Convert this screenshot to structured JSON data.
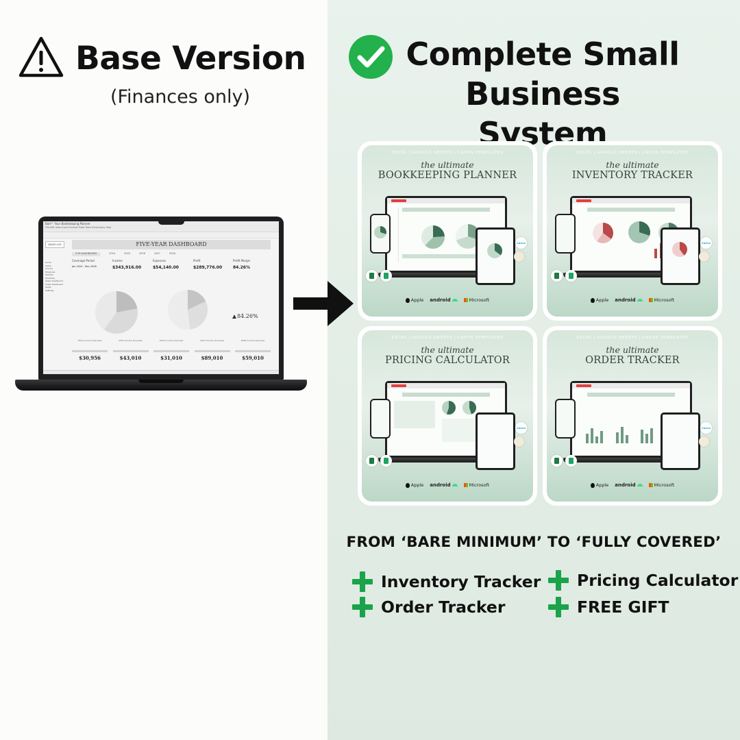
{
  "left": {
    "title": "Base Version",
    "subtitle": "(Finances only)",
    "laptop": {
      "doc_title": "Bart™ Your Bookkeeping Planner",
      "menu": "File  Edit  View  Insert  Format  Data  Tools  Extensions  Help",
      "sheet_name": "SALES LOG",
      "dashboard_title": "FIVE-YEAR DASHBOARD",
      "years": [
        "5-YR DASHBOARD",
        "2024",
        "2025",
        "2026",
        "2027",
        "2028"
      ],
      "side_items": [
        "Guide",
        "Setup",
        "Income",
        "Expenses",
        "Monthly",
        "Quarterly",
        "Yearly Dashboard",
        "5-Year Dashboard",
        "Goals",
        "Settings"
      ],
      "kpis": [
        {
          "label": "Coverage Period",
          "value": "Jan 2024 - Dec 2028"
        },
        {
          "label": "Income",
          "value": "$343,916.00"
        },
        {
          "label": "Expenses",
          "value": "$54,140.00"
        },
        {
          "label": "Profit",
          "value": "$289,776.00"
        },
        {
          "label": "Profit Margin",
          "value": "84.26%"
        }
      ],
      "profit_margin_display": "84.26%",
      "year_summaries": [
        {
          "label": "2024 Income Overview",
          "value": "$30,956"
        },
        {
          "label": "2025 Income Overview",
          "value": "$43,010"
        },
        {
          "label": "2026 Income Overview",
          "value": "$31,010"
        },
        {
          "label": "2027 Income Overview",
          "value": "$89,010"
        },
        {
          "label": "2028 Income Overview",
          "value": "$59,010"
        }
      ]
    }
  },
  "right": {
    "title_line1": "Complete Small",
    "title_line2": "Business System",
    "cards": [
      {
        "tag": "EXCEL | GOOGLE SHEETS | CANVA TEMPLATES",
        "italic": "the ultimate",
        "title": "BOOKKEEPING PLANNER"
      },
      {
        "tag": "EXCEL | GOOGLE SHEETS | CANVA TEMPLATES",
        "italic": "the ultimate",
        "title": "INVENTORY TRACKER"
      },
      {
        "tag": "EXCEL | GOOGLE SHEETS | CANVA TEMPLATES",
        "italic": "the ultimate",
        "title": "PRICING CALCULATOR"
      },
      {
        "tag": "EXCEL | GOOGLE SHEETS | CANVA TEMPLATES",
        "italic": "the ultimate",
        "title": "ORDER TRACKER"
      }
    ],
    "platforms": {
      "apple": "Apple",
      "android": "android",
      "microsoft": "Microsoft"
    },
    "badge_canva": "Canva",
    "tagline": "FROM ‘BARE MINIMUM’ TO ‘FULLY COVERED’",
    "features": [
      "Inventory Tracker",
      "Pricing Calculator",
      "Order Tracker",
      "FREE GIFT"
    ]
  },
  "colors": {
    "accent_green": "#1aa34a",
    "check_green": "#22b14c",
    "right_bg": "#e3eee7",
    "card_mint": "#cfe3d6"
  },
  "icons": [
    "warning-icon",
    "checkmark-circle-icon",
    "arrow-right-icon",
    "plus-icon",
    "apple-icon",
    "android-icon",
    "microsoft-icon",
    "excel-icon",
    "google-sheets-icon",
    "canva-icon",
    "gift-icon"
  ]
}
